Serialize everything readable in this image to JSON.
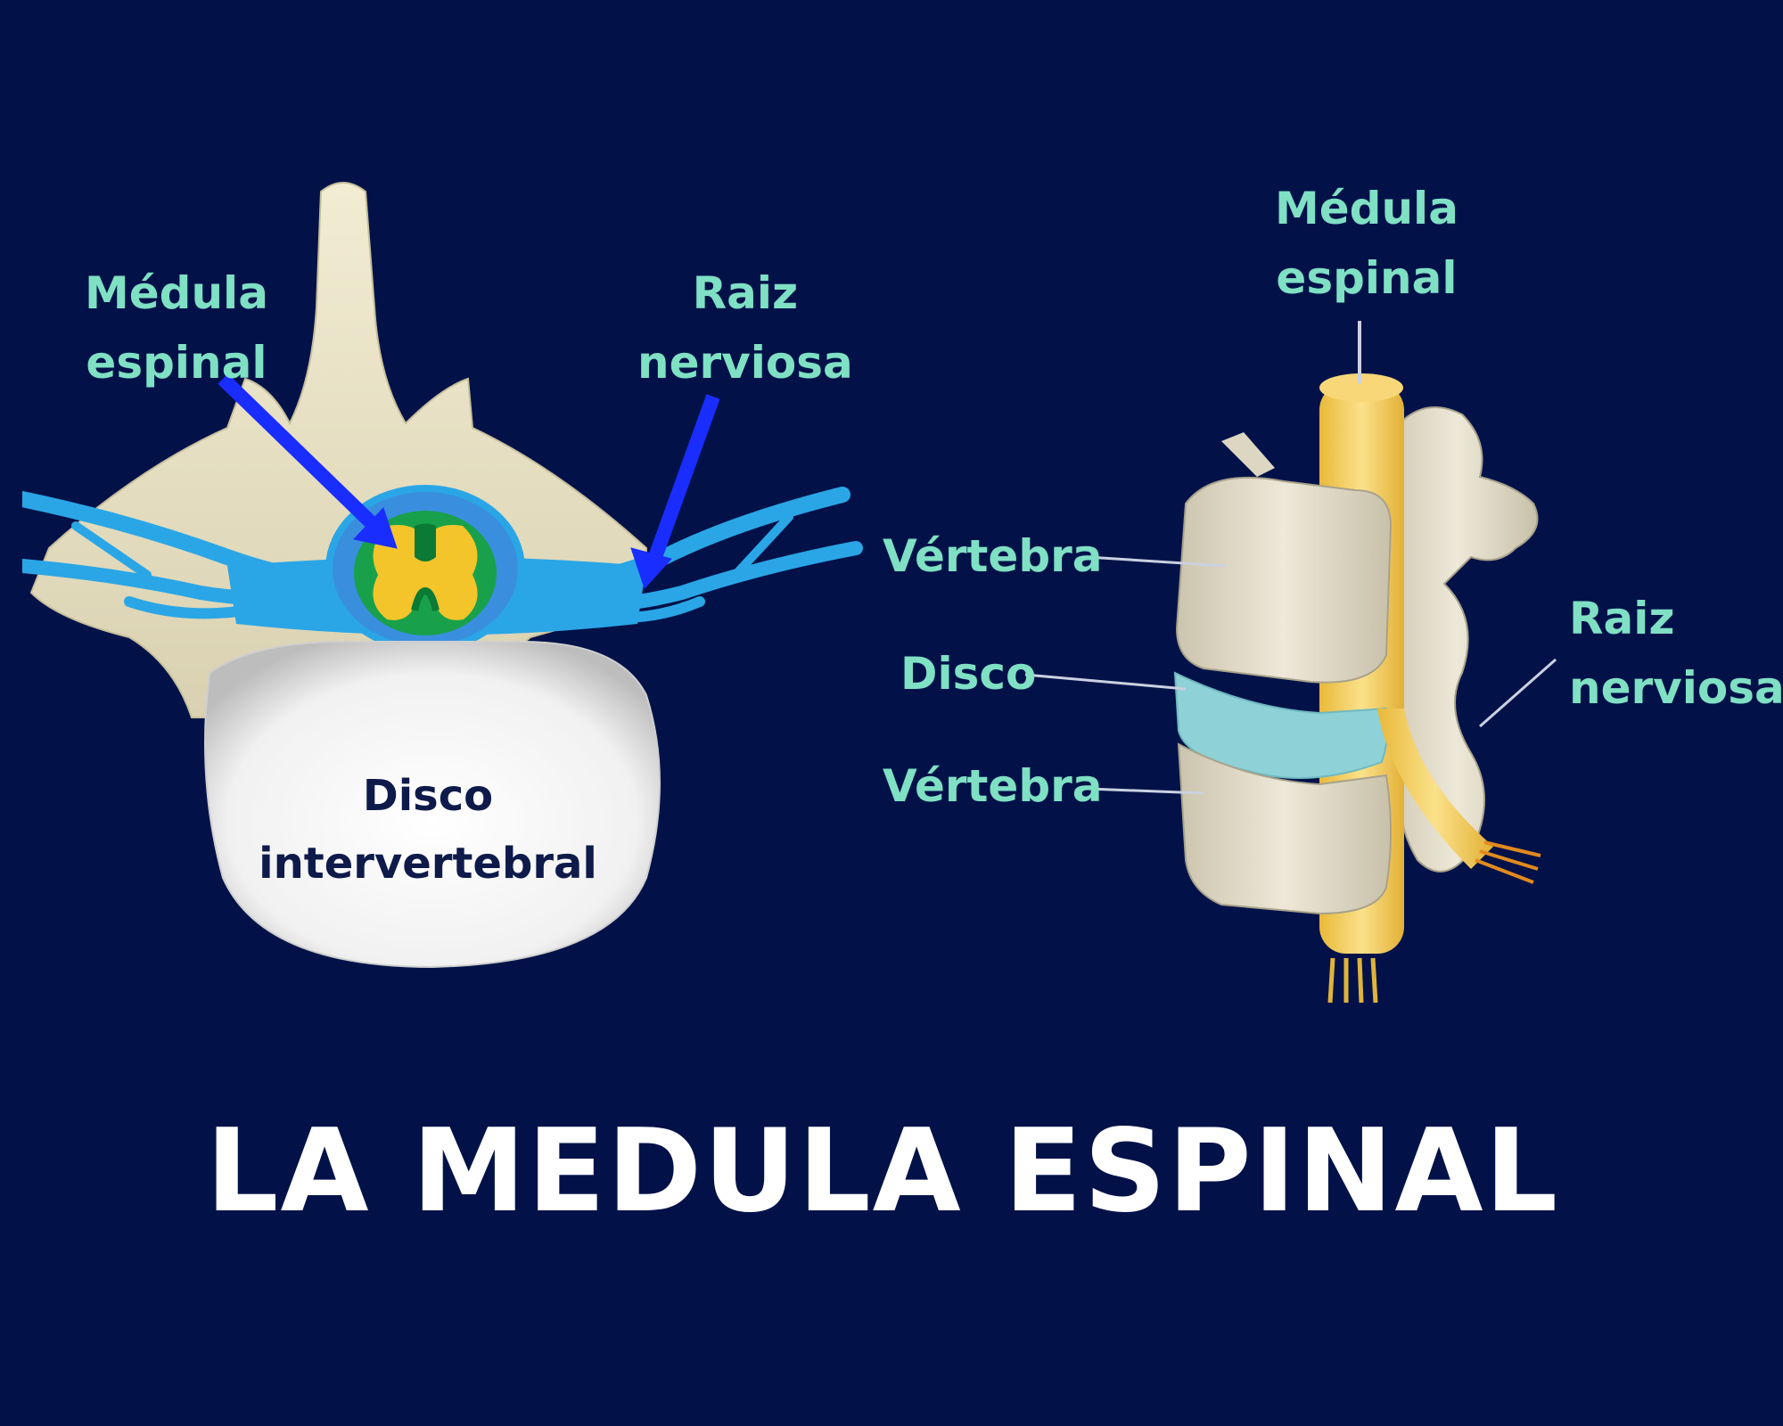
{
  "title": "LA MEDULA ESPINAL",
  "left_diagram": {
    "label_medula": [
      "Médula",
      "espinal"
    ],
    "label_raiz": [
      "Raiz",
      "nerviosa"
    ],
    "label_disco": [
      "Disco",
      "intervertebral"
    ]
  },
  "right_diagram": {
    "label_medula": [
      "Médula",
      "espinal"
    ],
    "label_vertebra_top": "Vértebra",
    "label_disco": "Disco",
    "label_vertebra_bottom": "Vértebra",
    "label_raiz": [
      "Raiz",
      "nerviosa"
    ]
  },
  "colors": {
    "background": "#021249",
    "label_text": "#7fe0c4",
    "bone": "#e9e3c9",
    "nerve_blue": "#2aa6e6",
    "arrow_blue": "#1a2dff",
    "cord_yellow": "#f2c94c",
    "disc_teal": "#8ed1d6"
  }
}
